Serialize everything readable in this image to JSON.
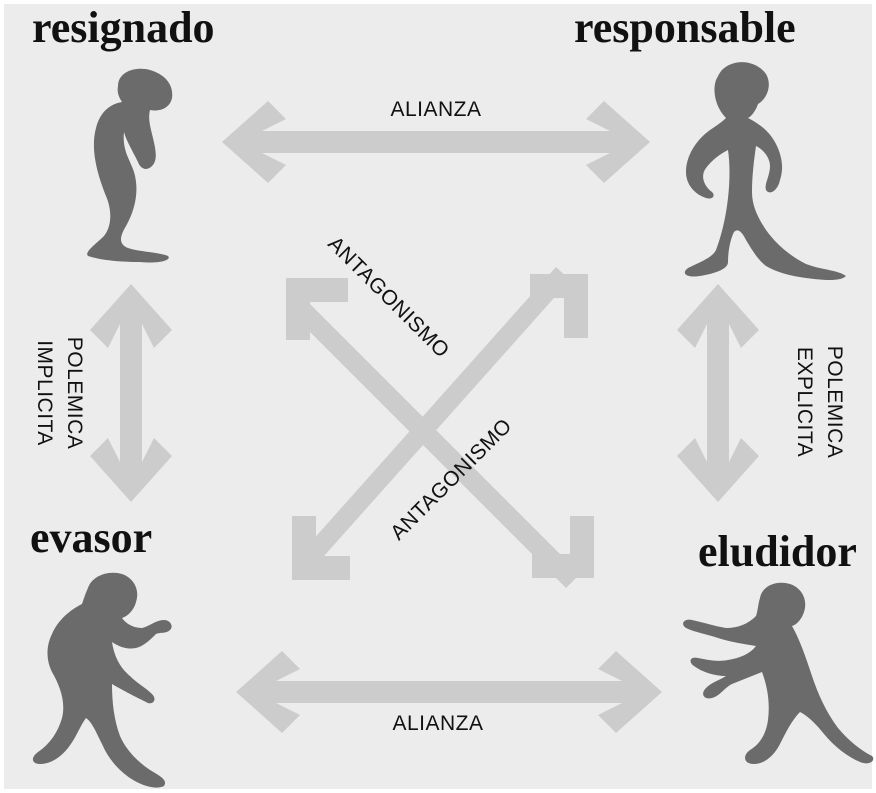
{
  "roles": {
    "top_left": "resignado",
    "top_right": "responsable",
    "bottom_left": "evasor",
    "bottom_right": "eludidor"
  },
  "relations": {
    "top": "ALIANZA",
    "bottom": "ALIANZA",
    "left_line1": "POLEMICA",
    "left_line2": "IMPLICITA",
    "right_line1": "POLEMICA",
    "right_line2": "EXPLICITA",
    "diag_down": "ANTAGONISMO",
    "diag_up": "ANTAGONISMO"
  },
  "colors": {
    "figure": "#6b6b6b",
    "arrow": "#cccccc",
    "background": "#ececec",
    "text": "#111111"
  }
}
